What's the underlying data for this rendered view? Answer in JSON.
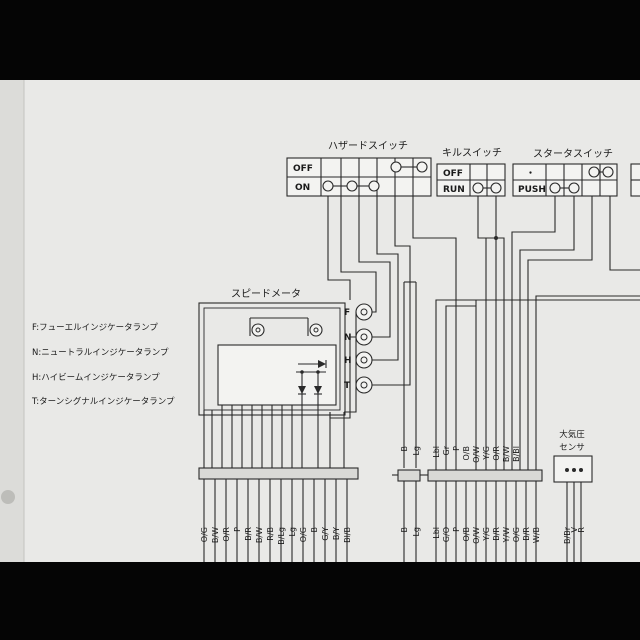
{
  "switches": {
    "hazard": {
      "title": "ハザードスイッチ",
      "rows": [
        "OFF",
        "ON"
      ]
    },
    "kill": {
      "title": "キルスイッチ",
      "rows": [
        "OFF",
        "RUN"
      ]
    },
    "starter": {
      "title": "スタータスイッチ",
      "rows": [
        "・",
        "PUSH"
      ]
    }
  },
  "speedometer": {
    "title": "スピードメータ",
    "lamp_letters": [
      "F",
      "N",
      "H",
      "T"
    ]
  },
  "legend": [
    "F:フューエルインジケータランプ",
    "N:ニュートラルインジケータランプ",
    "H:ハイビームインジケータランプ",
    "T:ターンシグナルインジケータランプ"
  ],
  "sensor": {
    "title_line1": "大気圧",
    "title_line2": "センサ"
  },
  "upper_labels": {
    "group1": [
      "B",
      "Lg"
    ],
    "group2": [
      "Lbl",
      "Gr",
      "P",
      "O/B",
      "O/W",
      "Y/G",
      "O/R",
      "B/W",
      "B/Bl"
    ]
  },
  "lower_labels": {
    "meter": [
      "O/G",
      "B/W",
      "O/R",
      "P",
      "B/R",
      "B/W",
      "R/B",
      "B/Lg",
      "Lg",
      "O/G",
      "B",
      "G/Y",
      "B/Y",
      "Bl/B"
    ],
    "group1": [
      "B",
      "Lg"
    ],
    "group2": [
      "Lbl",
      "G/O",
      "P",
      "O/B",
      "O/W",
      "Y/G",
      "B/R",
      "Y/W",
      "O/G",
      "B/R",
      "W/B"
    ],
    "sensor": [
      "B/Br",
      "V",
      "R"
    ]
  }
}
